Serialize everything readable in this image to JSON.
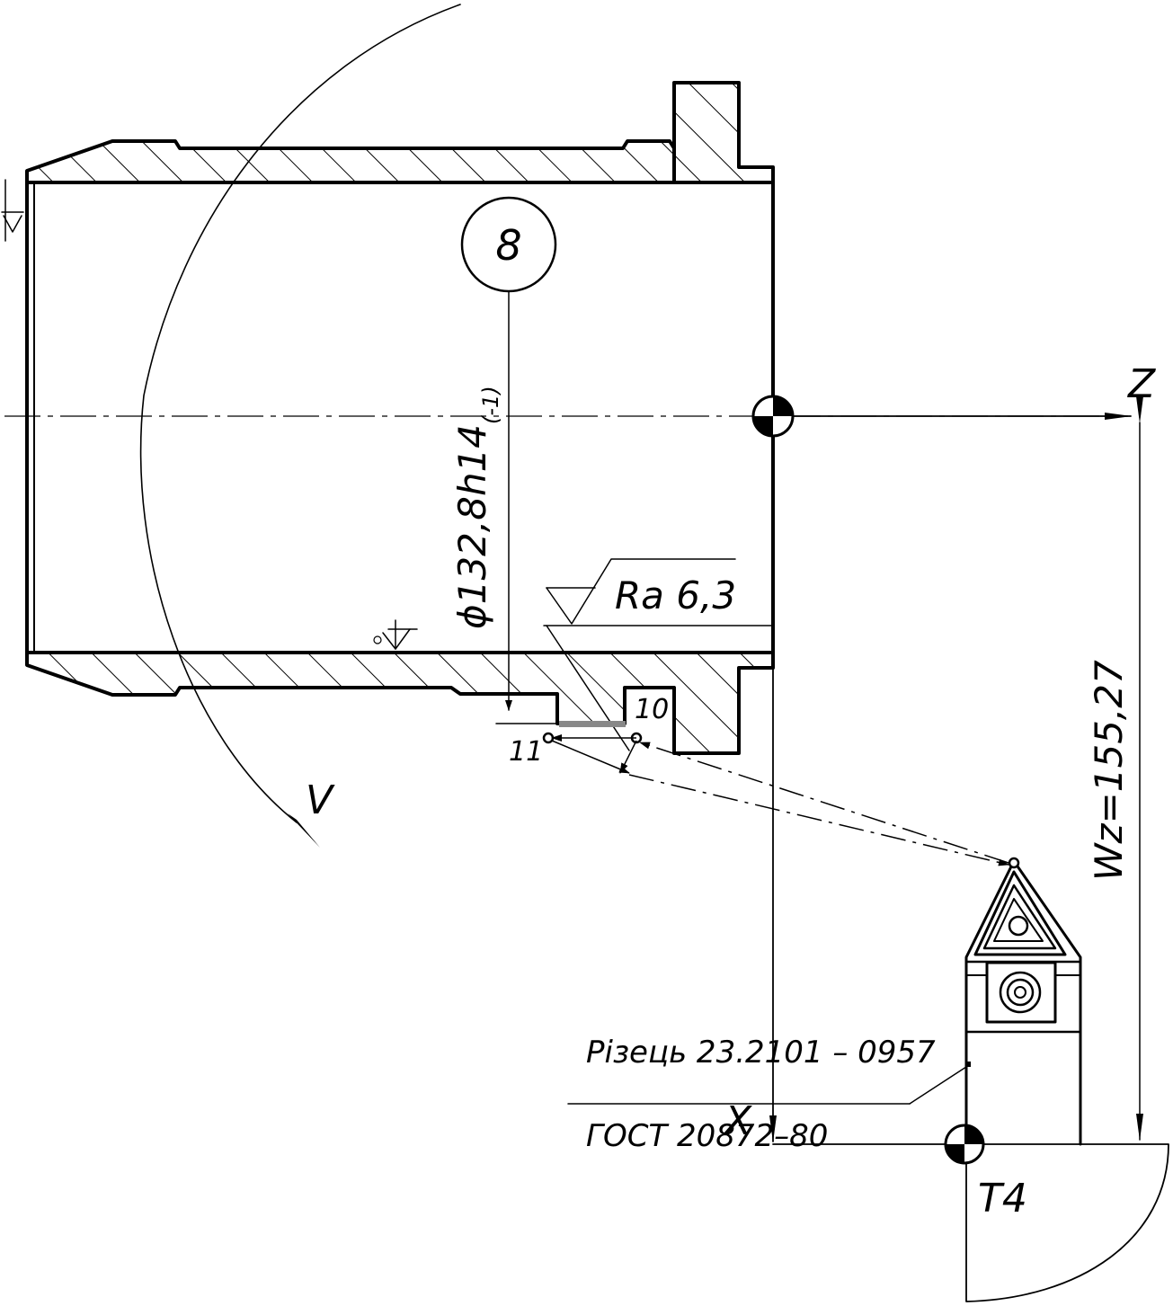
{
  "labels": {
    "operation_number": "8",
    "diameter_symbol": "ϕ",
    "diameter_value": "132,8h14",
    "diameter_tolerance": "(-1)",
    "roughness": "Ra 6,3",
    "point_10": "10",
    "point_11": "11",
    "velocity": "V",
    "axis_z": "Z",
    "axis_x": "X",
    "wz_dimension": "Wz=155,27",
    "tool_position": "T4",
    "tool_name": "Різець 23.2101 – 0957",
    "tool_standard": "ГОСТ 20872–80"
  }
}
